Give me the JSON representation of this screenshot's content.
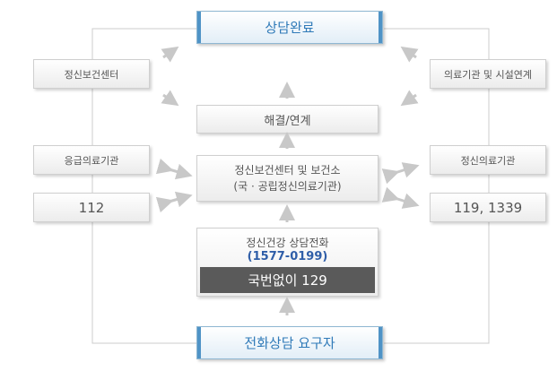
{
  "nodes": {
    "complete": "상담완료",
    "requester": "전화상담 요구자",
    "resolve": "해결/연계",
    "mental_center": "정신보건센터 및 보건소",
    "mental_center_sub": "(국 · 공립정신의료기관)",
    "hotline_title": "정신건강 상담전화",
    "hotline_number": "(1577-0199)",
    "hotline_direct": "국번없이 129",
    "left_top": "정신보건센터",
    "left_mid": "응급의료기관",
    "left_num": "112",
    "right_top": "의료기관 및 시설연계",
    "right_mid": "정신의료기관",
    "right_num": "119, 1339"
  },
  "colors": {
    "primary_text": "#2f7ab8",
    "primary_edge": "#4f93c6",
    "hotline_number": "#2f5ea8",
    "hotline_bar": "#5a5a5a",
    "arrow": "#c8c8c8",
    "connector": "#cccccc"
  }
}
